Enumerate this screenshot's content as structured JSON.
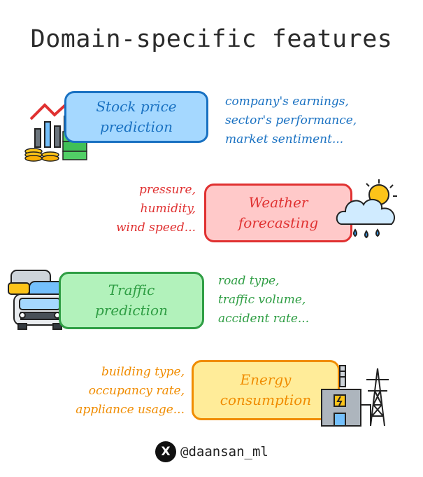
{
  "title": "Domain-specific features",
  "colors": {
    "stock_fill": "#a5d8ff",
    "stock_stroke": "#1971c2",
    "weather_fill": "#ffc9c9",
    "weather_stroke": "#e03131",
    "traffic_fill": "#b2f2bb",
    "traffic_stroke": "#2f9e44",
    "energy_fill": "#ffec99",
    "energy_stroke": "#f08c00"
  },
  "domains": [
    {
      "key": "stock",
      "label_lines": [
        "Stock price",
        "prediction"
      ],
      "features": [
        "company's earnings,",
        "sector's performance,",
        "market sentiment..."
      ],
      "icon": "stock-chart-money-icon"
    },
    {
      "key": "weather",
      "label_lines": [
        "Weather",
        "forecasting"
      ],
      "features": [
        "pressure,",
        "humidity,",
        "wind speed..."
      ],
      "icon": "sun-cloud-rain-icon"
    },
    {
      "key": "traffic",
      "label_lines": [
        "Traffic",
        "prediction"
      ],
      "features": [
        "road type,",
        "traffic volume,",
        "accident rate..."
      ],
      "icon": "cars-traffic-icon"
    },
    {
      "key": "energy",
      "label_lines": [
        "Energy",
        "consumption"
      ],
      "features": [
        "building type,",
        "occupancy rate,",
        "appliance usage..."
      ],
      "icon": "power-plant-tower-icon"
    }
  ],
  "footer": {
    "logo": "X",
    "handle": "@daansan_ml",
    "icon": "x-logo-icon"
  }
}
